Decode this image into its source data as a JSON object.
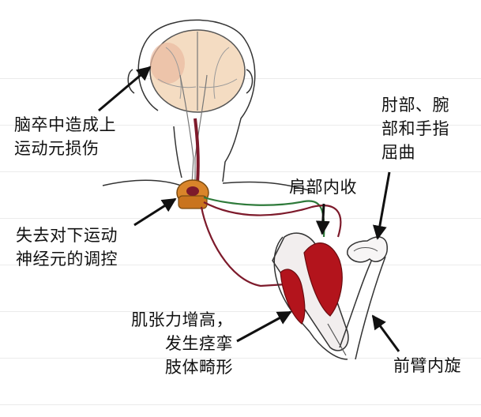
{
  "labels": {
    "brain_lesion": [
      "脑卒中造成上",
      "运动元损伤"
    ],
    "lost_lower_motor_control": [
      "失去对下运动",
      "神经元的调控"
    ],
    "shoulder_adduction": "肩部内收",
    "elbow_wrist_finger_flexion": [
      "肘部、腕",
      "部和手指",
      "屈曲"
    ],
    "muscle_tone": [
      "肌张力增高，",
      "发生痉挛",
      "肢体畸形"
    ],
    "forearm_pronation": "前臂内旋"
  },
  "colors": {
    "nerve_red": "#7d1a2b",
    "nerve_green": "#2e7a3a",
    "muscle_red": "#b3141c",
    "brain_fill": "#f4dcc2",
    "spinal_orange": "#d9852a",
    "outline": "#333333",
    "arrow": "#111111"
  },
  "icons": [
    "brain-icon",
    "spinal-cord-icon",
    "arm-muscle-icon"
  ]
}
